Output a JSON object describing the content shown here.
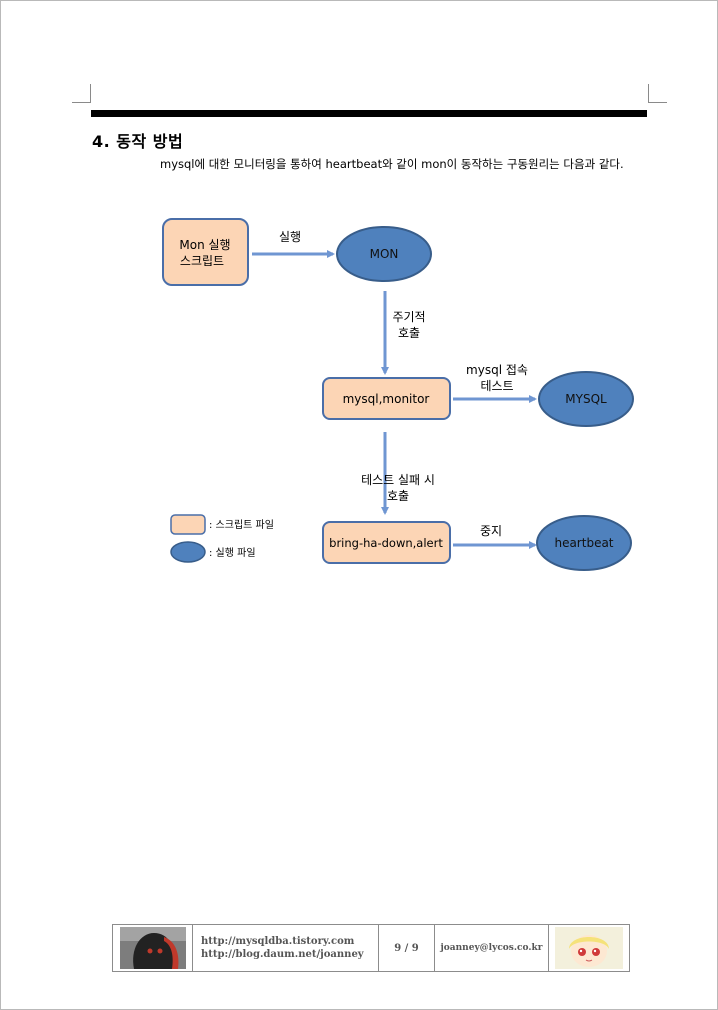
{
  "section": {
    "number": "4.",
    "title": "동작 방법"
  },
  "intro": "mysql에 대한 모니터링을 통하여 heartbeat와 같이 mon이 동작하는 구동원리는 다음과 같다.",
  "diagram": {
    "nodes": {
      "mon_script": [
        "Mon 실행",
        "스크립트"
      ],
      "mon": "MON",
      "mysql_monitor": "mysql,monitor",
      "mysql": "MYSQL",
      "bring_ha_down": "bring-ha-down,alert",
      "heartbeat": "heartbeat"
    },
    "edges": {
      "run": "실행",
      "periodic_call": [
        "주기적",
        "호출"
      ],
      "mysql_test": [
        "mysql 접속",
        "테스트"
      ],
      "fail_call": [
        "테스트 실패 시",
        "호출"
      ],
      "stop": "중지"
    },
    "legend": {
      "script_file": ": 스크립트 파일",
      "exec_file": ": 실행 파일"
    },
    "colors": {
      "box_fill": "#fcd5b5",
      "box_stroke": "#4a6ea8",
      "ellipse_fill": "#4f81bd",
      "ellipse_stroke": "#385d8a",
      "arrow": "#6f96d2"
    }
  },
  "footer": {
    "url1": "http://mysqldba.tistory.com",
    "url2": "http://blog.daum.net/joanney",
    "page": "9 / 9",
    "email": "joanney@lycos.co.kr",
    "icons": [
      "avatar-dark-icon",
      "avatar-cute-icon"
    ]
  }
}
